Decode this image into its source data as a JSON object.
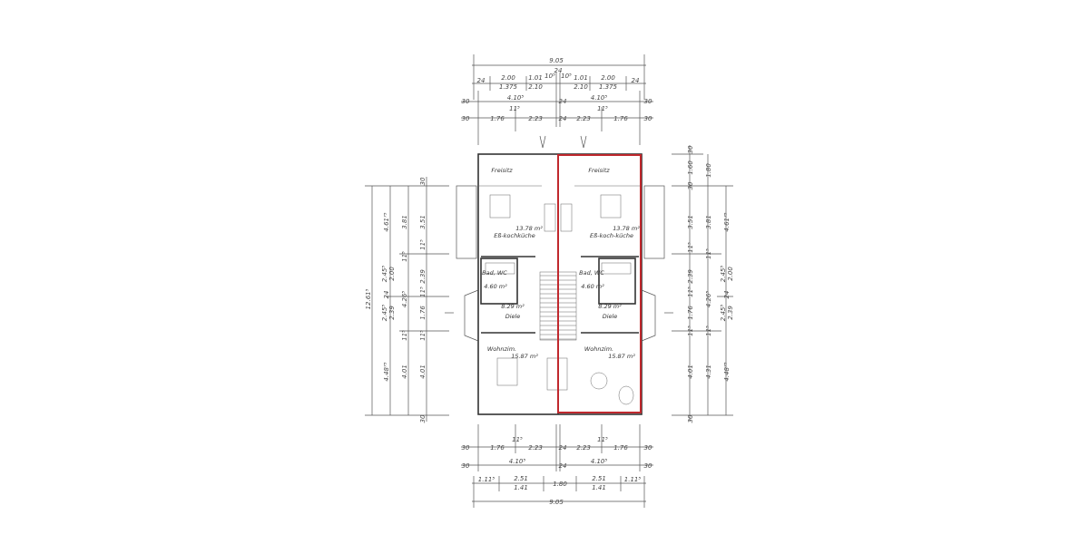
{
  "drawing": {
    "highlight_color": "#c0282d",
    "line_color": "#555555",
    "top_dimensions": {
      "overall": "9.05",
      "center_wall": "24",
      "row_openings": [
        "24",
        "2.00",
        "1.375",
        "1.01",
        "2.10",
        "10⁵",
        "10⁵",
        "1.01",
        "2.10",
        "2.00",
        "1.375",
        "24"
      ],
      "row_units": [
        "30",
        "4.10⁵",
        "24",
        "4.10⁵",
        "30"
      ],
      "row_rooms": [
        "30",
        "1.76",
        "11⁵",
        "2.23",
        "24",
        "2.23",
        "11⁵",
        "1.76",
        "30"
      ]
    },
    "bottom_dimensions": {
      "row_rooms": [
        "30",
        "1.76",
        "11⁵",
        "2.23",
        "24",
        "2.23",
        "11⁵",
        "1.76",
        "30"
      ],
      "row_units": [
        "30",
        "4.10⁵",
        "24",
        "4.10⁵",
        "30"
      ],
      "row_openings": [
        "1.11⁵",
        "2.51",
        "1.41",
        "1.80",
        "2.51",
        "1.41",
        "1.11⁵"
      ],
      "overall": "9.05"
    },
    "left_dimensions": {
      "overall": "12.61⁵",
      "col_openings": [
        "4.61⁷⁵",
        "2.45⁵",
        "2.00",
        "24",
        "2.45⁵",
        "2.39",
        "4.48⁷⁵"
      ],
      "col_rooms": [
        "3.81",
        "11⁵",
        "4.26⁵",
        "11⁵",
        "4.01"
      ],
      "col_inner": [
        "30",
        "3.51",
        "11⁵",
        "2.39",
        "11⁵",
        "1.76",
        "11⁵",
        "4.01",
        "30"
      ]
    },
    "right_dimensions": {
      "col_inner": [
        "30",
        "1.60",
        "30",
        "3.51",
        "11⁵",
        "2.39",
        "11⁵",
        "1.76",
        "11⁵",
        "4.01",
        "30"
      ],
      "col_rooms": [
        "1.80",
        "3.81",
        "11⁵",
        "4.26⁵",
        "11⁵",
        "4.31"
      ],
      "col_openings": [
        "4.61⁷⁵",
        "2.45⁵",
        "2.00",
        "24",
        "2.45⁵",
        "2.39",
        "4.48⁷⁵"
      ]
    },
    "rooms_left": {
      "terrace": "Freisitz",
      "kitchen": "Eß-kochküche",
      "kitchen_area": "13.78 m²",
      "bath": "Bad, WC",
      "bath_area": "4.60 m²",
      "hall": "Diele",
      "hall_area": "8.29 m²",
      "living": "Wohnzim.",
      "living_area": "15.87 m²"
    },
    "rooms_right": {
      "terrace": "Freisitz",
      "kitchen": "Eß-koch-küche",
      "kitchen_area": "13.78 m²",
      "bath": "Bad, WC",
      "bath_area": "4.60 m²",
      "hall": "Diele",
      "hall_area": "8.29 m²",
      "living": "Wohnzim.",
      "living_area": "15.87 m²"
    }
  }
}
